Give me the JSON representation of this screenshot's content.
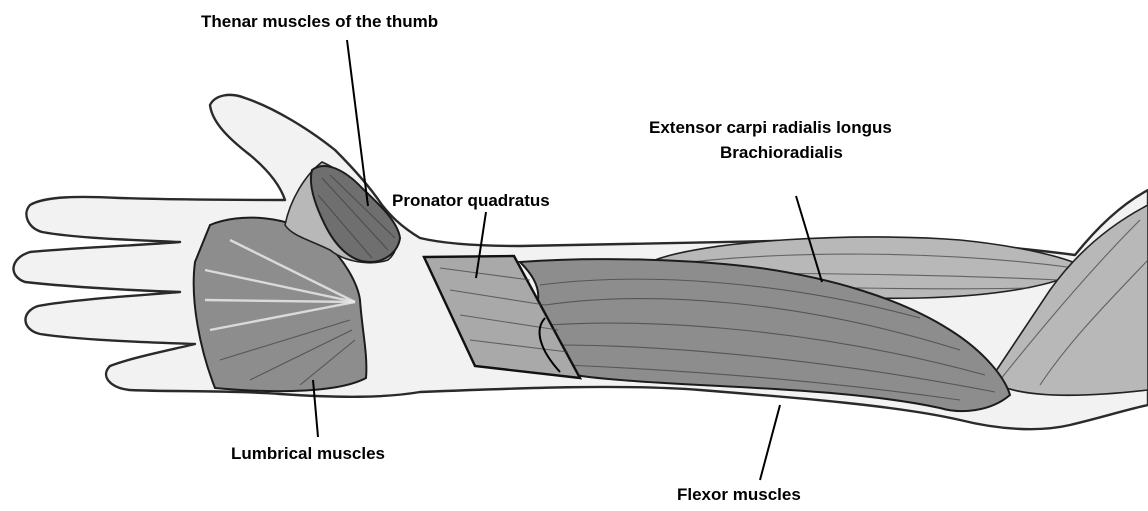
{
  "labels": {
    "thenar": "Thenar muscles of the thumb",
    "pronator": "Pronator quadratus",
    "extensor": "Extensor carpi radialis longus",
    "brachioradialis": "Brachioradialis",
    "lumbrical": "Lumbrical muscles",
    "flexor": "Flexor muscles"
  }
}
